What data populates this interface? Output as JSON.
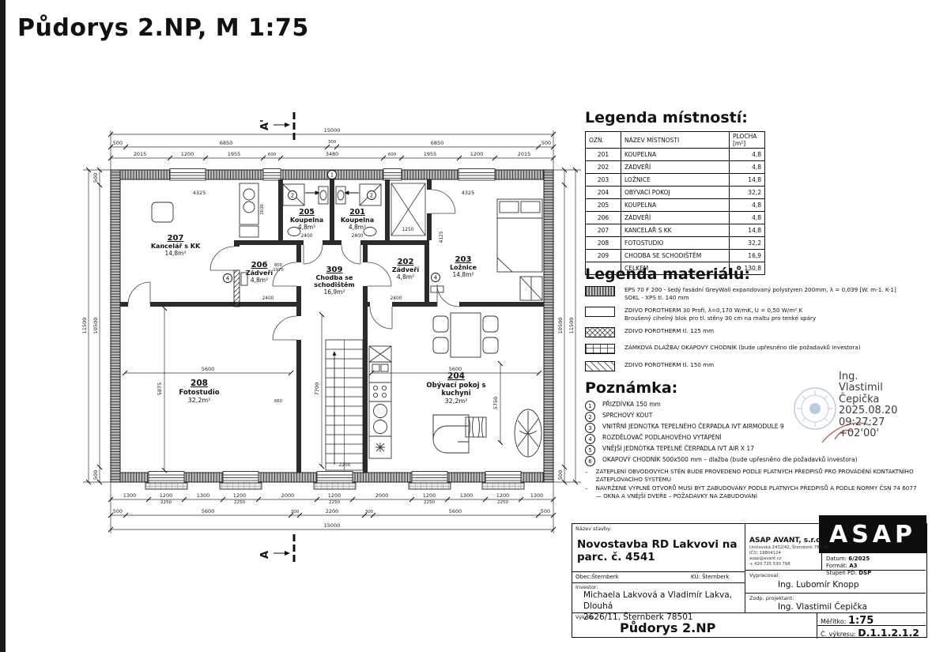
{
  "page": {
    "title": "Půdorys 2.NP, M 1:75"
  },
  "room_legend": {
    "heading": "Legenda místností:",
    "col_ozn": "OZN.",
    "col_name": "NÁZEV MÍSTNOSTI",
    "col_area": "PLOCHA",
    "col_area_unit": "[m²]",
    "rows": [
      {
        "id": "201",
        "name": "KOUPELNA",
        "area": "4,8"
      },
      {
        "id": "202",
        "name": "ZÁDVEŘÍ",
        "area": "4,8"
      },
      {
        "id": "203",
        "name": "LOŽNICE",
        "area": "14,8"
      },
      {
        "id": "204",
        "name": "OBÝVACÍ POKOJ",
        "area": "32,2"
      },
      {
        "id": "205",
        "name": "KOUPELNA",
        "area": "4,8"
      },
      {
        "id": "206",
        "name": "ZÁDVEŘÍ",
        "area": "4,8"
      },
      {
        "id": "207",
        "name": "KANCELÁŘ S KK",
        "area": "14,8"
      },
      {
        "id": "208",
        "name": "FOTOSTUDIO",
        "area": "32,2"
      },
      {
        "id": "209",
        "name": "CHODBA SE SCHODIŠTĚM",
        "area": "16,9"
      }
    ],
    "total_label": "CELKEM",
    "total": "130,8"
  },
  "material_legend": {
    "heading": "Legenda materiálů:",
    "items": [
      {
        "text1": "EPS 70 F 200 -  šedý fasádní GreyWall expandovaný polystyren 200mm, λ = 0,039 [W. m-1. K-1]",
        "text2": "SOKL - XPS tl. 140 mm"
      },
      {
        "text1": "ZDIVO POROTHERM 30 Profi, λ=0,170 W/mK, U = 0,50 W/m² K",
        "text2": "Broušený cihelný blok pro tl. stěny 30 cm na maltu pro tenké spáry"
      },
      {
        "text1": "ZDIVO POROTHERM tl. 125 mm",
        "text2": ""
      },
      {
        "text1": "ZÁMKOVÁ DLAŽBA/ OKAPOVÝ CHODNÍK (bude upřesněno dle požadavků investora)",
        "text2": ""
      },
      {
        "text1": "ZDIVO POROTHERM tl. 150 mm",
        "text2": ""
      }
    ]
  },
  "notes": {
    "heading": "Poznámka:",
    "numbered": [
      {
        "n": "1",
        "text": "PŘIZDÍVKA 150 mm"
      },
      {
        "n": "2",
        "text": "SPRCHOVÝ KOUT"
      },
      {
        "n": "3",
        "text": "VNITŘNÍ JEDNOTKA TEPELNÉHO ČERPADLA IVT AIRMODULE 9"
      },
      {
        "n": "4",
        "text": "ROZDĚLOVAČ PODLAHOVÉHO VYTÁPĚNÍ"
      },
      {
        "n": "5",
        "text": "VNĚJŠÍ JEDNOTKA TEPELNÉ ČERPADLA IVT AIR X 17"
      },
      {
        "n": "6",
        "text": "OKAPOVÝ CHODNÍK 500x500 mm – dlažba (bude upřesněno dle požadavků investora)"
      }
    ],
    "bullets": [
      "ZATEPLENÍ OBVODOVÝCH STĚN BUDE PROVEDENO PODLE PLATNÝCH PŘEDPISŮ PRO PROVÁDĚNÍ KONTAKTNÍHO ZATEPLOVACÍHO SYSTÉMU",
      "NAVRŽENÉ VÝPLNĚ OTVORŮ MUSÍ BÝT ZABUDOVÁNY PODLE PLATNÝCH PŘEDPISŮ A PODLE NORMY ČSN 74 6077  —  OKNA A VNĚJŠÍ DVEŘE  –  POŽADAVKY NA ZABUDOVÁNÍ"
    ]
  },
  "stamp": {
    "lines": [
      "Ing.",
      "Vlastimil",
      "Čepička",
      "2025.08.20",
      "09:27:27",
      "+02'00'"
    ]
  },
  "titleblock": {
    "nazev_label": "Název stavby:",
    "nazev": "Novostavba RD Lakvovi na parc. č. 4541",
    "obec": "Obec:Šternberk",
    "ku": "KÚ: Šternberk",
    "investor_label": "Investor:",
    "investor1": "Michaela Lakvová a Vladimír Lakva, Dlouhá",
    "investor2": "2626/11, Šternberk 78501",
    "vykres_label": "Výkres:",
    "vykres": "Půdorys 2.NP",
    "logo": "ASAP",
    "firm": "ASAP AVANT, s.r.o.",
    "addr1": "Uničovská 2432/42, Šternberk 785 01",
    "addr2": "IČO: 19804124",
    "addr3": "asap@avant.cz",
    "addr4": "+ 420 725 530 798",
    "datum_label": "Datum:",
    "datum": "6/2025",
    "format_label": "Formát:",
    "format": "A3",
    "stupen_label": "Stupeň PD:",
    "stupen": "DSP",
    "vypracoval_label": "Vypracoval:",
    "vypracoval": "Ing. Lubomír Knopp",
    "zodp_label": "Zodp. projektant:",
    "zodp": "Ing. Vlastimil Čepička",
    "meritko_label": "Měřítko:",
    "meritko": "1:75",
    "cislo_label": "Č. výkresu:",
    "cislo": "D.1.1.2.1.2"
  },
  "plan": {
    "rooms": {
      "r207": {
        "num": "207",
        "name": "Kancelář s KK",
        "area": "14,8m²"
      },
      "r206": {
        "num": "206",
        "name": "Zádveří",
        "area": "4,8m²"
      },
      "r205": {
        "num": "205",
        "name": "Koupelna",
        "area": "4,8m²"
      },
      "r201": {
        "num": "201",
        "name": "Koupelna",
        "area": "4,8m²"
      },
      "hall": {
        "num": "309",
        "name1": "Chodba se",
        "name2": "schodištěm",
        "area": "16,9m²"
      },
      "r202": {
        "num": "202",
        "name": "Zádveří",
        "area": "4,8m²"
      },
      "r203": {
        "num": "203",
        "name": "Ložnice",
        "area": "14,8m²"
      },
      "r208": {
        "num": "208",
        "name": "Fotostudio",
        "area": "32,2m²"
      },
      "r204": {
        "num": "204",
        "name1": "Obývací pokoj s",
        "name2": "kuchyni",
        "area": "32,2m²"
      }
    },
    "dims": {
      "top_total": "15000",
      "top_mid": [
        "500",
        "6850",
        "300",
        "6850",
        "500"
      ],
      "top_detail": [
        "2015",
        "1200",
        "1955",
        "600",
        "3480",
        "600",
        "1955",
        "1200",
        "2015"
      ],
      "bottom_windows": [
        "1300",
        "1200",
        "1300",
        "1200",
        "2000",
        "1200",
        "2000",
        "1200",
        "1300",
        "1200",
        "1300"
      ],
      "parapet": "2250",
      "bottom_mid": [
        "500",
        "5600",
        "300",
        "2200",
        "300",
        "5600",
        "500"
      ],
      "bottom_total": "15000",
      "left_total": "11500",
      "left_mid": [
        "500",
        "10500",
        "500"
      ],
      "right_inner": "10500",
      "right_total": "11500",
      "interior": {
        "i4325": "4325",
        "i2400": "2400",
        "i1250": "1250",
        "i5600": "5600",
        "i5875": "5875",
        "i7700": "7700",
        "i2200": "2200",
        "i5750": "5750",
        "i4125": "4125",
        "i800": "800",
        "i1970": "1970",
        "i2030": "2030",
        "i660": "660"
      }
    },
    "markers": {
      "m1": "1",
      "m2": "2",
      "m4": "4",
      "section_top": "A'",
      "section_bottom": "A"
    }
  }
}
